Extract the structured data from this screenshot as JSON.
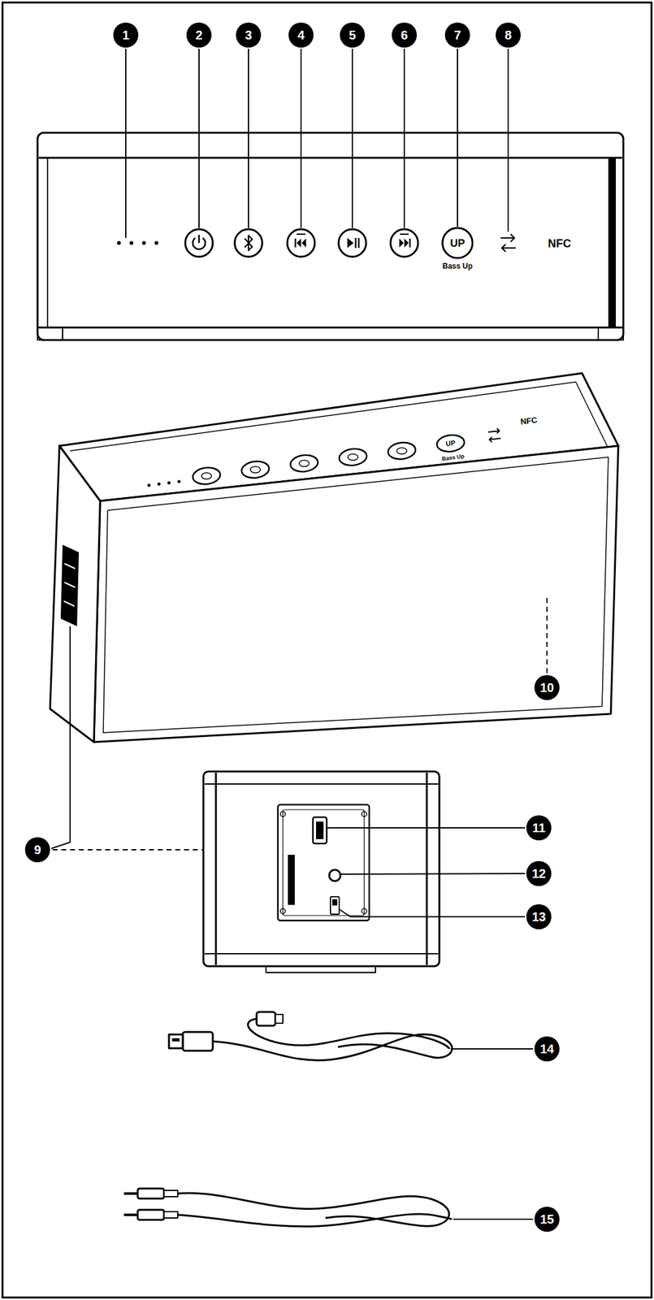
{
  "diagram": {
    "labels": [
      "1",
      "2",
      "3",
      "4",
      "5",
      "6",
      "7",
      "8",
      "UP",
      "Bass Up",
      "NFC",
      "UP",
      "Bass Up",
      "NFC",
      "9",
      "10",
      "11",
      "12",
      "13",
      "14",
      "15"
    ]
  }
}
